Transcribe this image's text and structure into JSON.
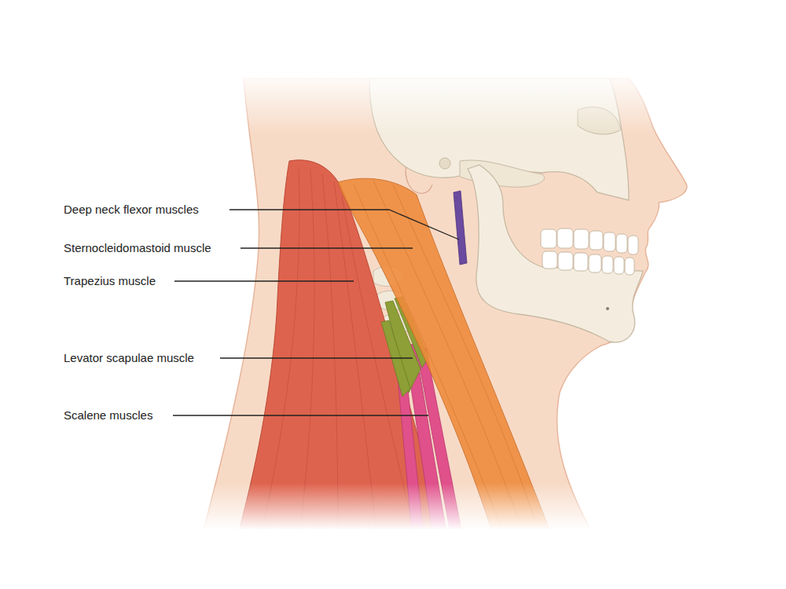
{
  "diagram": {
    "labels": [
      "Deep neck flexor muscles",
      "Sternocleidomastoid muscle",
      "Trapezius muscle",
      "Levator scapulae muscle",
      "Scalene muscles"
    ]
  }
}
